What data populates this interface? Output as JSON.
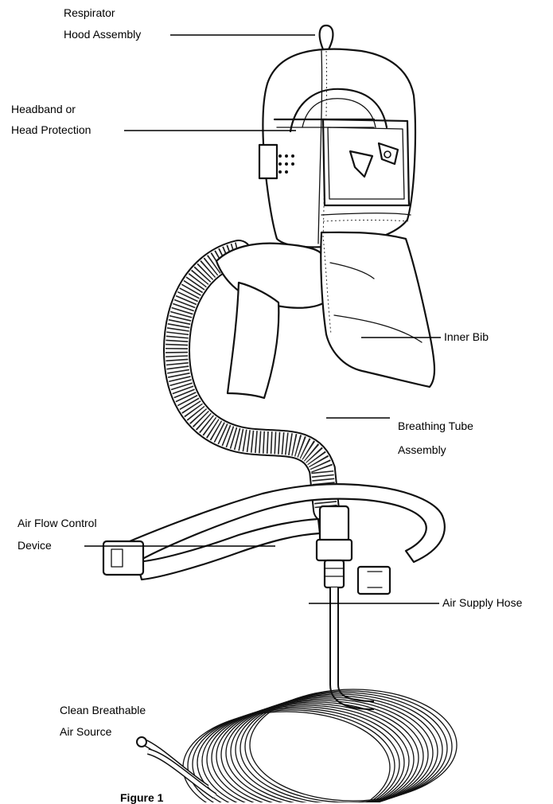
{
  "labels": {
    "hood_line1": "Respirator",
    "hood_line2": "Hood Assembly",
    "headband_line1": "Headband or",
    "headband_line2": "Head Protection",
    "inner_bib": "Inner Bib",
    "tube_line1": "Breathing Tube",
    "tube_line2": "Assembly",
    "control_line1": "Air Flow Control",
    "control_line2": "Device",
    "supply_hose": "Air Supply Hose",
    "source_line1": "Clean Breathable",
    "source_line2": "Air Source"
  },
  "caption": "Figure 1"
}
